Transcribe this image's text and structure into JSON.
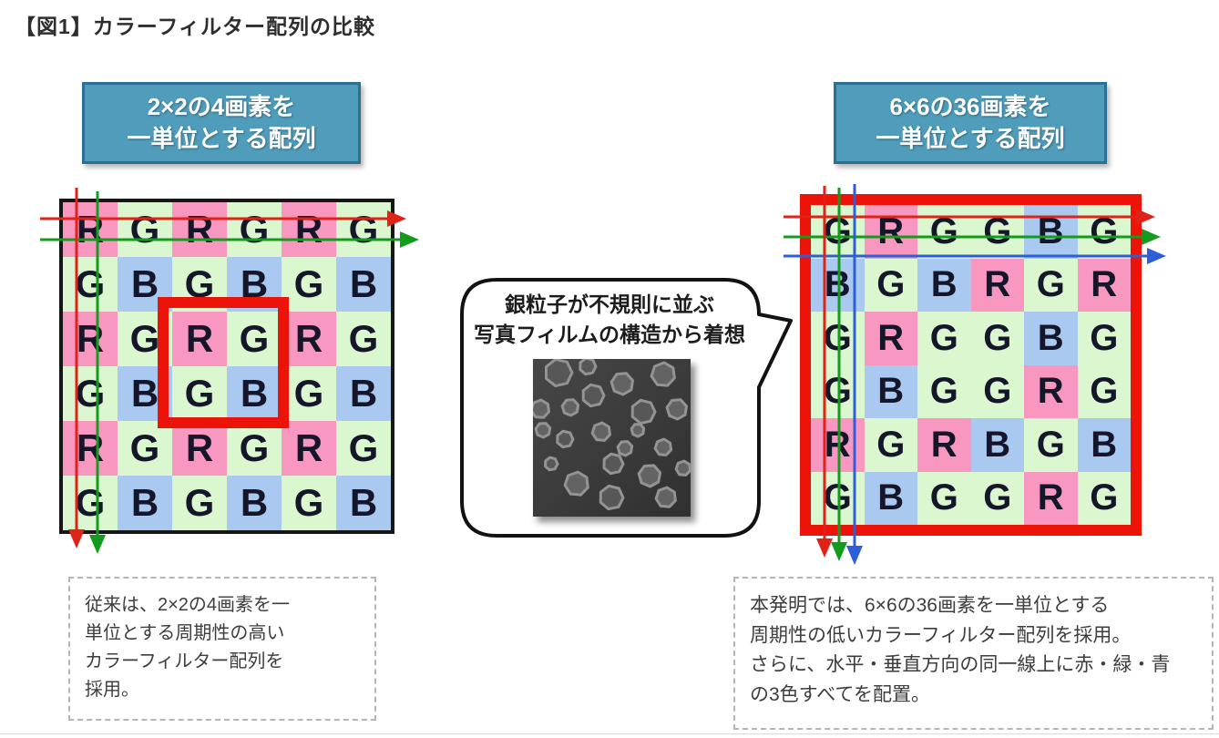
{
  "title": "【図1】カラーフィルター配列の比較",
  "left": {
    "header": "2×2の4画素を\n一単位とする配列",
    "grid_rows": [
      [
        "R",
        "G",
        "R",
        "G",
        "R",
        "G"
      ],
      [
        "G",
        "B",
        "G",
        "B",
        "G",
        "B"
      ],
      [
        "R",
        "G",
        "R",
        "G",
        "R",
        "G"
      ],
      [
        "G",
        "B",
        "G",
        "B",
        "G",
        "B"
      ],
      [
        "R",
        "G",
        "R",
        "G",
        "R",
        "G"
      ],
      [
        "G",
        "B",
        "G",
        "B",
        "G",
        "B"
      ]
    ],
    "caption": "従来は、2×2の4画素を一\n単位とする周期性の高い\nカラーフィルター配列を\n採用。"
  },
  "right": {
    "header": "6×6の36画素を\n一単位とする配列",
    "grid_rows": [
      [
        "G",
        "R",
        "G",
        "G",
        "B",
        "G"
      ],
      [
        "B",
        "G",
        "B",
        "R",
        "G",
        "R"
      ],
      [
        "G",
        "R",
        "G",
        "G",
        "B",
        "G"
      ],
      [
        "G",
        "B",
        "G",
        "G",
        "R",
        "G"
      ],
      [
        "R",
        "G",
        "R",
        "B",
        "G",
        "B"
      ],
      [
        "G",
        "B",
        "G",
        "G",
        "R",
        "G"
      ]
    ],
    "caption": "本発明では、6×6の36画素を一単位とする\n周期性の低いカラーフィルター配列を採用。\nさらに、水平・垂直方向の同一線上に赤・緑・青\nの3色すべてを配置。"
  },
  "bubble": {
    "text": "銀粒子が不規則に並ぶ\n写真フィルムの構造から着想"
  },
  "colors": {
    "title_text": "#2e2e2e",
    "header_bg": "#4f9dbb",
    "header_border": "#2b7094",
    "cell_r": "#f897c0",
    "cell_g": "#dbf7cf",
    "cell_b": "#a9c9f1",
    "letter": "#16162a",
    "grid_border": "#161616",
    "highlight": "#ec1309",
    "arrow_red": "#e02318",
    "arrow_green": "#149b1e",
    "arrow_blue": "#2f5fd8",
    "caption_border": "#b5b5b5",
    "caption_text": "#3d3d3d"
  }
}
